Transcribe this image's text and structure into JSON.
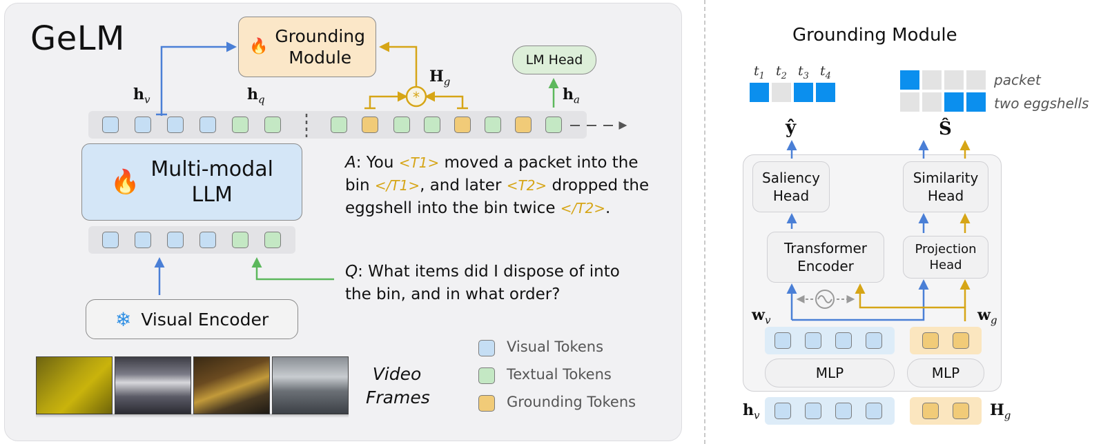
{
  "left": {
    "title": "GeLM",
    "grounding_module": {
      "line1": "Grounding",
      "line2": "Module",
      "icon": "fire-icon"
    },
    "lm_head": "LM Head",
    "mllm": {
      "line1": "Multi-modal",
      "line2": "LLM",
      "icon": "fire-icon"
    },
    "visual_encoder": {
      "label": "Visual Encoder",
      "icon": "snowflake-icon"
    },
    "video_frames": {
      "line1": "Video",
      "line2": "Frames"
    },
    "labels": {
      "h_v": {
        "base": "h",
        "sub": "v"
      },
      "h_q": {
        "base": "h",
        "sub": "q"
      },
      "H_g": {
        "base": "H",
        "sub": "g"
      },
      "h_a": {
        "base": "h",
        "sub": "a"
      }
    },
    "answer": {
      "prefix": "A",
      "seg1": ": You ",
      "t1_open": "<T1>",
      "seg2": " moved a packet into the",
      "seg3": "bin ",
      "t1_close": "</T1>",
      "seg4": ",  and later ",
      "t2_open": "<T2>",
      "seg5": " dropped the",
      "seg6": "eggshell into the bin twice ",
      "t2_close": "</T2>",
      "seg7": "."
    },
    "question": {
      "prefix": "Q",
      "line1": ": What items did I dispose of into",
      "line2": "the bin, and in what order?"
    },
    "legend": [
      {
        "label": "Visual Tokens",
        "color": "#c5def4"
      },
      {
        "label": "Textual Tokens",
        "color": "#c4e8c4"
      },
      {
        "label": "Grounding Tokens",
        "color": "#f1cb78"
      }
    ],
    "top_sequence": [
      "visual",
      "visual",
      "visual",
      "visual",
      "textual",
      "textual",
      "textual",
      "grounding",
      "textual",
      "textual",
      "grounding",
      "textual",
      "grounding",
      "textual"
    ],
    "bottom_sequence": [
      "visual",
      "visual",
      "visual",
      "visual",
      "textual",
      "textual"
    ]
  },
  "right": {
    "title": "Grounding Module",
    "time_labels": [
      {
        "base": "t",
        "sub": "1"
      },
      {
        "base": "t",
        "sub": "2"
      },
      {
        "base": "t",
        "sub": "3"
      },
      {
        "base": "t",
        "sub": "4"
      }
    ],
    "saliency_grid": [
      1,
      0,
      1,
      1
    ],
    "similarity_grid": [
      [
        1,
        0,
        0,
        0
      ],
      [
        0,
        0,
        1,
        1
      ]
    ],
    "similarity_labels": [
      "packet",
      "two eggshells"
    ],
    "y_hat": "ŷ",
    "s_hat": "Ŝ",
    "saliency_head": {
      "line1": "Saliency",
      "line2": "Head"
    },
    "similarity_head": {
      "line1": "Similarity",
      "line2": "Head"
    },
    "transformer_encoder": {
      "line1": "Transformer",
      "line2": "Encoder"
    },
    "projection_head": {
      "line1": "Projection",
      "line2": "Head"
    },
    "mlp_left": "MLP",
    "mlp_right": "MLP",
    "labels": {
      "w_v": {
        "base": "w",
        "sub": "v"
      },
      "w_g": {
        "base": "w",
        "sub": "g"
      },
      "h_v": {
        "base": "h",
        "sub": "v"
      },
      "H_g": {
        "base": "H",
        "sub": "g"
      }
    },
    "colors": {
      "blue": "#4a7fd6",
      "yellow": "#d6a516",
      "cell_blue": "#0b8fee",
      "cell_gray": "#e3e3e3"
    }
  }
}
